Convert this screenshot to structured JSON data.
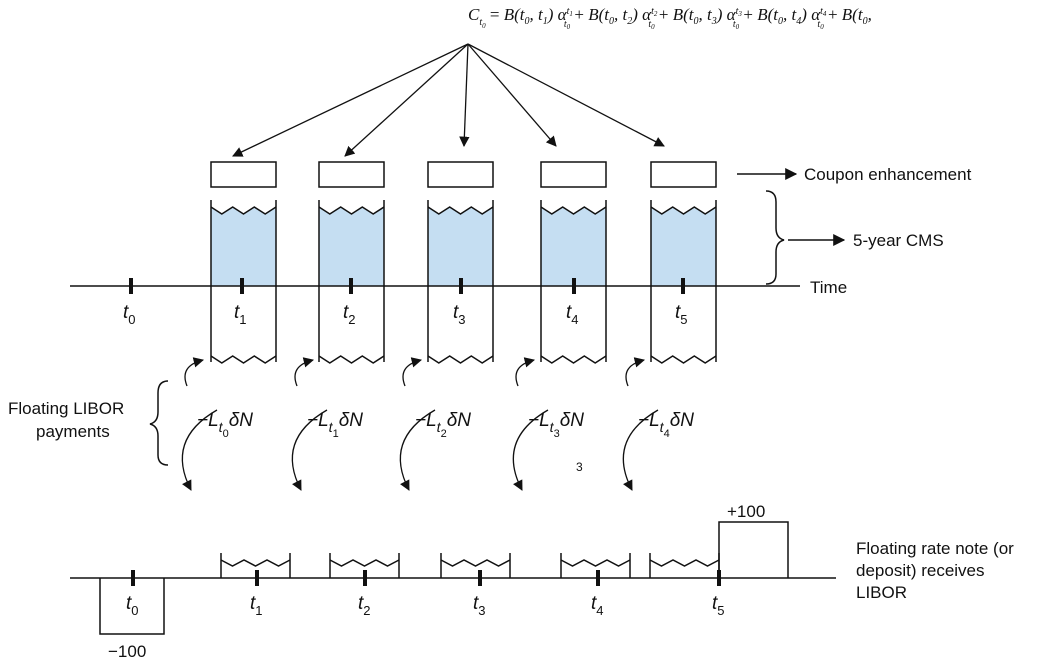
{
  "formula": {
    "C": "C",
    "C_sub": "t",
    "C_subsub": "0",
    "eq": " = ",
    "terms": [
      {
        "B": "B(t",
        "B_sub": "0",
        "mid": ", t",
        "idx": "1",
        "close": ") α",
        "a_sup": "t",
        "a_supsub": "1",
        "a_sub": "t",
        "a_subsub": "0",
        "plus": " + "
      },
      {
        "B": "B(t",
        "B_sub": "0",
        "mid": ", t",
        "idx": "2",
        "close": ") α",
        "a_sup": "t",
        "a_supsub": "2",
        "a_sub": "t",
        "a_subsub": "0",
        "plus": " + "
      },
      {
        "B": "B(t",
        "B_sub": "0",
        "mid": ", t",
        "idx": "3",
        "close": ") α",
        "a_sup": "t",
        "a_supsub": "3",
        "a_sub": "t",
        "a_subsub": "0",
        "plus": " + "
      },
      {
        "B": "B(t",
        "B_sub": "0",
        "mid": ", t",
        "idx": "4",
        "close": ") α",
        "a_sup": "t",
        "a_supsub": "4",
        "a_sub": "t",
        "a_subsub": "0",
        "plus": " + "
      }
    ],
    "tail": "B(t",
    "tail_sub": "0",
    "tail_end": ","
  },
  "labels": {
    "coupon": "Coupon enhancement",
    "cms": "5-year CMS",
    "time": "Time",
    "floating_line1": "Floating LIBOR",
    "floating_line2": "payments",
    "frn_line1": "Floating rate note (or",
    "frn_line2": "deposit) receives",
    "frn_line3": "LIBOR",
    "plus100": "+100",
    "minus100": "−100",
    "stray3": "3"
  },
  "top_ticks": [
    {
      "t": "t",
      "sub": "0"
    },
    {
      "t": "t",
      "sub": "1"
    },
    {
      "t": "t",
      "sub": "2"
    },
    {
      "t": "t",
      "sub": "3"
    },
    {
      "t": "t",
      "sub": "4"
    },
    {
      "t": "t",
      "sub": "5"
    }
  ],
  "bottom_ticks": [
    {
      "t": "t",
      "sub": "0"
    },
    {
      "t": "t",
      "sub": "1"
    },
    {
      "t": "t",
      "sub": "2"
    },
    {
      "t": "t",
      "sub": "3"
    },
    {
      "t": "t",
      "sub": "4"
    },
    {
      "t": "t",
      "sub": "5"
    }
  ],
  "payments": [
    {
      "minus": "−L",
      "sub1": "t",
      "sub2": "0",
      "rest": "δN"
    },
    {
      "minus": "−L",
      "sub1": "t",
      "sub2": "1",
      "rest": "δN"
    },
    {
      "minus": "−L",
      "sub1": "t",
      "sub2": "2",
      "rest": "δN"
    },
    {
      "minus": "−L",
      "sub1": "t",
      "sub2": "3",
      "rest": "δN"
    },
    {
      "minus": "−L",
      "sub1": "t",
      "sub2": "4",
      "rest": "δN"
    }
  ],
  "colors": {
    "cms_fill": "#c5def2",
    "ink": "#111111"
  }
}
